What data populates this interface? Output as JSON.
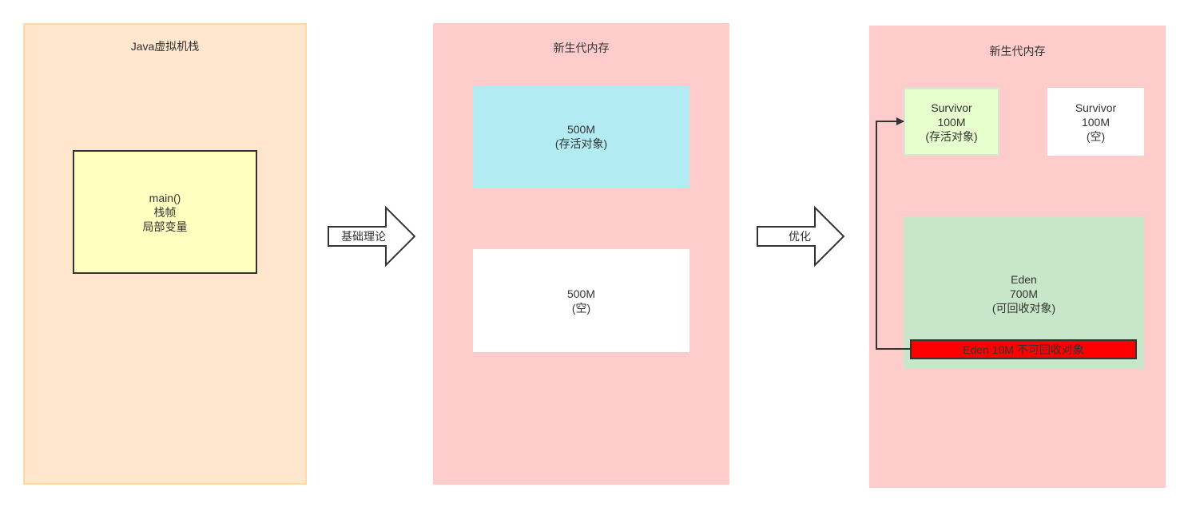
{
  "jvm_stack": {
    "title": "Java虚拟机栈",
    "frame": {
      "line1": "main()",
      "line2": "栈帧",
      "line3": "局部变量"
    }
  },
  "arrow_theory": {
    "label": "基础理论"
  },
  "young_gen_basic": {
    "title": "新生代内存",
    "block_used": {
      "size": "500M",
      "desc": "(存活对象)"
    },
    "block_empty": {
      "size": "500M",
      "desc": "(空)"
    }
  },
  "arrow_optimize": {
    "label": "优化"
  },
  "young_gen_optimized": {
    "title": "新生代内存",
    "survivor_a": {
      "name": "Survivor",
      "size": "100M",
      "desc": "(存活对象)"
    },
    "survivor_b": {
      "name": "Survivor",
      "size": "100M",
      "desc": "(空)"
    },
    "eden": {
      "name": "Eden",
      "size": "700M",
      "desc": "(可回收对象)"
    },
    "eden_strip": {
      "label": "Eden 10M 不可回收对象"
    }
  },
  "colors": {
    "stack_bg": "#ffe6cc",
    "frame_bg": "#ffffc0",
    "young_bg": "#ffcccc",
    "used_bg": "#b2ebf2",
    "survivor_bg": "#e6ffcc",
    "eden_bg": "#c8e6c9",
    "strip_bg": "#ff0000"
  }
}
